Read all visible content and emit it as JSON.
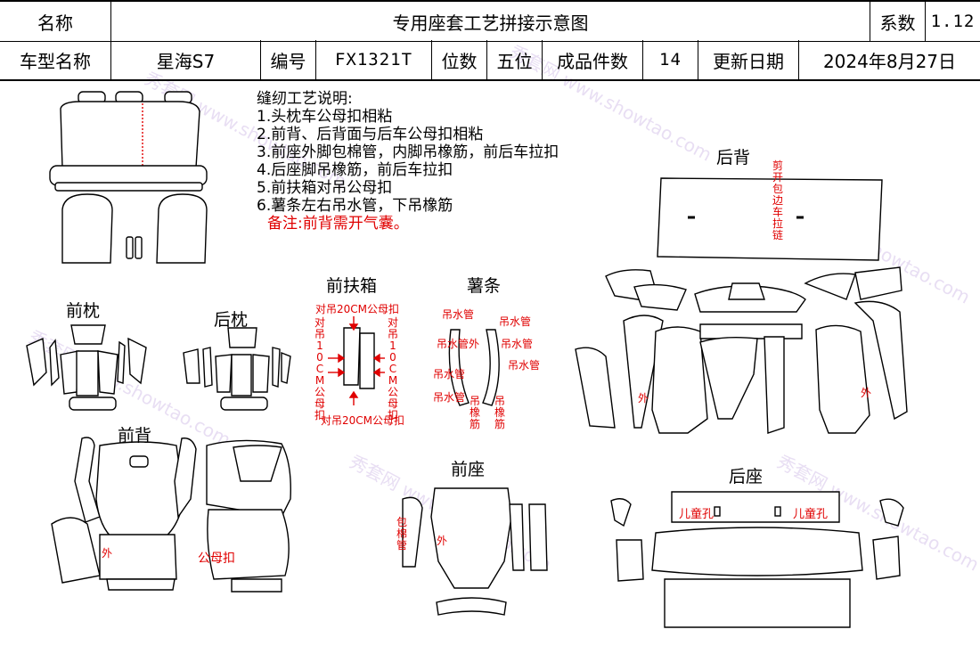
{
  "header": {
    "name_label": "名称",
    "title": "专用座套工艺拼接示意图",
    "coef_label": "系数",
    "coef_value": "1.12",
    "model_label": "车型名称",
    "model_value": "星海S7",
    "code_label": "编号",
    "code_value": "FX1321T",
    "seats_label": "位数",
    "seats_value": "五位",
    "pieces_label": "成品件数",
    "pieces_value": "14",
    "date_label": "更新日期",
    "date_value": "2024年8月27日"
  },
  "notes": {
    "title": "缝纫工艺说明:",
    "items": [
      "1.头枕车公母扣相粘",
      "2.前背、后背面与后车公母扣相粘",
      "3.前座外脚包棉管，内脚吊橡筋，前后车拉扣",
      "4.后座脚吊橡筋，前后车拉扣",
      "5.前扶箱对吊公母扣",
      "6.薯条左右吊水管，下吊橡筋"
    ],
    "remark": "备注:前背需开气囊。"
  },
  "sections": {
    "front_headrest": "前枕",
    "rear_headrest": "后枕",
    "front_armrest": "前扶箱",
    "strip": "薯条",
    "rear_back": "后背",
    "front_back": "前背",
    "front_seat": "前座",
    "rear_seat": "后座"
  },
  "annotations": {
    "hang_20cm": "对吊20CM公母扣",
    "hang_10cm": "对吊10CM公母扣",
    "water_pipe": "吊水管",
    "water_pipe_outer": "吊水管外",
    "rubber": "吊橡筋",
    "outer": "外",
    "snap": "公母扣",
    "wrap_pipe": "包棉管",
    "zipper": "剪开包边车拉链",
    "child_hole": "儿童孔"
  },
  "watermark": "秀套网 www.showtao.com",
  "colors": {
    "line": "#000000",
    "accent_red": "#e00000",
    "watermark": "#c8a8e0"
  }
}
